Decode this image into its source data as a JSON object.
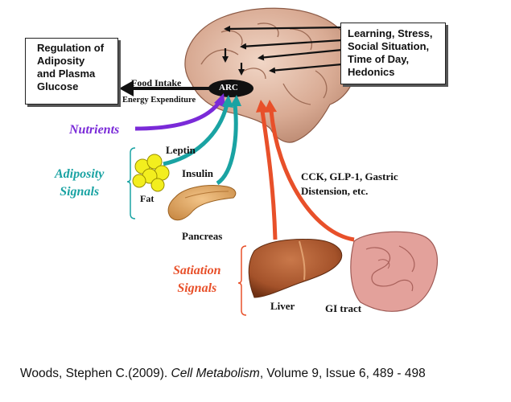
{
  "regulation_box": {
    "lines": [
      "Regulation of",
      "Adiposity",
      "and Plasma",
      "Glucose"
    ]
  },
  "influences_box": {
    "lines": [
      "Learning, Stress,",
      "Social Situation,",
      "Time of Day,",
      "Hedonics"
    ]
  },
  "arc_label": "ARC",
  "food_intake": "Food Intake",
  "energy_expenditure": "Energy Expenditure",
  "nutrients": "Nutrients",
  "adiposity_signals": [
    "Adiposity",
    "Signals"
  ],
  "leptin": "Leptin",
  "insulin": "Insulin",
  "fat": "Fat",
  "pancreas": "Pancreas",
  "satiation_signals": [
    "Satiation",
    "Signals"
  ],
  "liver": "Liver",
  "gi_tract": "GI tract",
  "cck": [
    "CCK, GLP-1, Gastric",
    "Distension, etc."
  ],
  "citation": {
    "author": "Woods, Stephen C.(2009). ",
    "journal": "Cell Metabolism",
    "rest": ", Volume 9, Issue 6, 489 - 498"
  },
  "colors": {
    "nutrients": "#7a2ad8",
    "adiposity": "#1aa3a3",
    "satiation": "#e8502a",
    "brain": "#d9b09a",
    "liver": "#a4522a",
    "gi_tract": "#e3a19b",
    "fat": "#f3ee1e"
  }
}
